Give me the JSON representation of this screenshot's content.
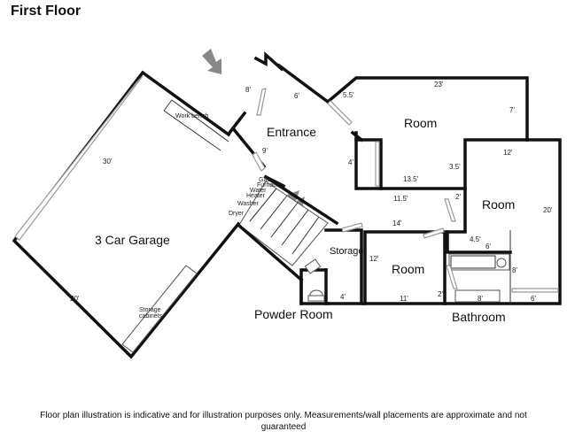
{
  "title": "First Floor",
  "rooms": {
    "garage": "3 Car Garage",
    "entrance": "Entrance",
    "room_upper": "Room",
    "room_right": "Room",
    "room_lower": "Room",
    "storage": "Storage",
    "powder_room": "Powder Room",
    "bathroom": "Bathroom"
  },
  "fixtures": {
    "work_bench": "Work bench",
    "gas_furnace_1": "Gas",
    "gas_furnace_2": "Furnace",
    "water_heater_1": "Water",
    "water_heater_2": "Heater",
    "washer": "Washer",
    "dryer": "Dryer",
    "storage_cabinets_1": "Storage",
    "storage_cabinets_2": "cabinets"
  },
  "dimensions": {
    "garage_30": "30'",
    "garage_20": "20'",
    "entry_8": "8'",
    "entry_6": "6'",
    "entry_9": "9'",
    "room_5_5": "5.5'",
    "room_23": "23'",
    "room_7": "7'",
    "room_4": "4'",
    "room_13_5": "13.5'",
    "room_3_5": "3.5'",
    "room_12": "12'",
    "hall_11_5": "11.5'",
    "hall_2": "2'",
    "room_20": "20'",
    "room_14": "14'",
    "room_4_5": "4.5'",
    "room_6a": "6'",
    "room_12b": "12'",
    "bath_8a": "8'",
    "powder_4": "4'",
    "room_11": "11'",
    "bath_2": "2'",
    "bath_8b": "8'",
    "bath_6": "6'"
  },
  "disclaimer": "Floor plan illustration is indicative and for illustration purposes only. Measurements/wall placements are approximate and not guaranteed"
}
